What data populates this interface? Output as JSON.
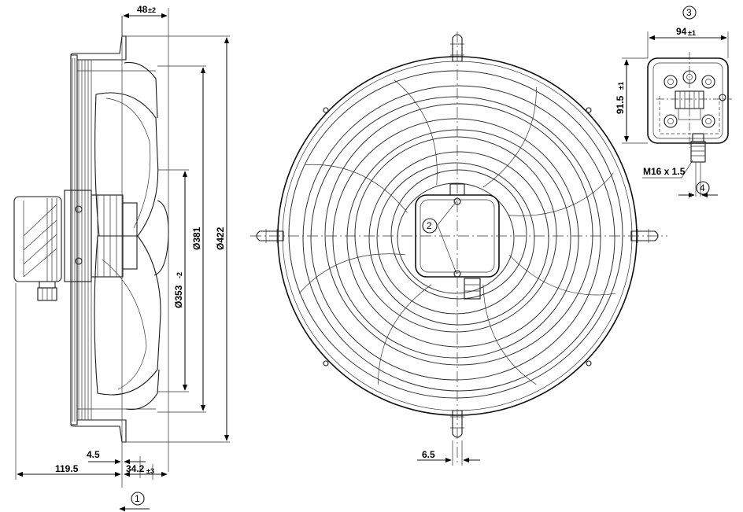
{
  "side_view": {
    "dim_top_width": {
      "main": "48",
      "tol": "±2"
    },
    "dim_dia_381": "Ø381",
    "dim_dia_422": "Ø422",
    "dim_dia_353": {
      "main": "Ø353",
      "tol": "-2"
    },
    "dim_4_5": "4.5",
    "dim_119_5": "119.5",
    "dim_34_2": {
      "main": "34.2",
      "tol": "±3"
    },
    "callout_1": "1"
  },
  "front_view": {
    "callout_2": "2",
    "dim_6_5": "6.5"
  },
  "terminal_box": {
    "callout_3": "3",
    "dim_width": {
      "main": "94",
      "tol": "±1"
    },
    "dim_height": {
      "main": "91.5",
      "tol": "±1"
    },
    "thread_label": "M16 x 1.5",
    "callout_4": "4"
  }
}
